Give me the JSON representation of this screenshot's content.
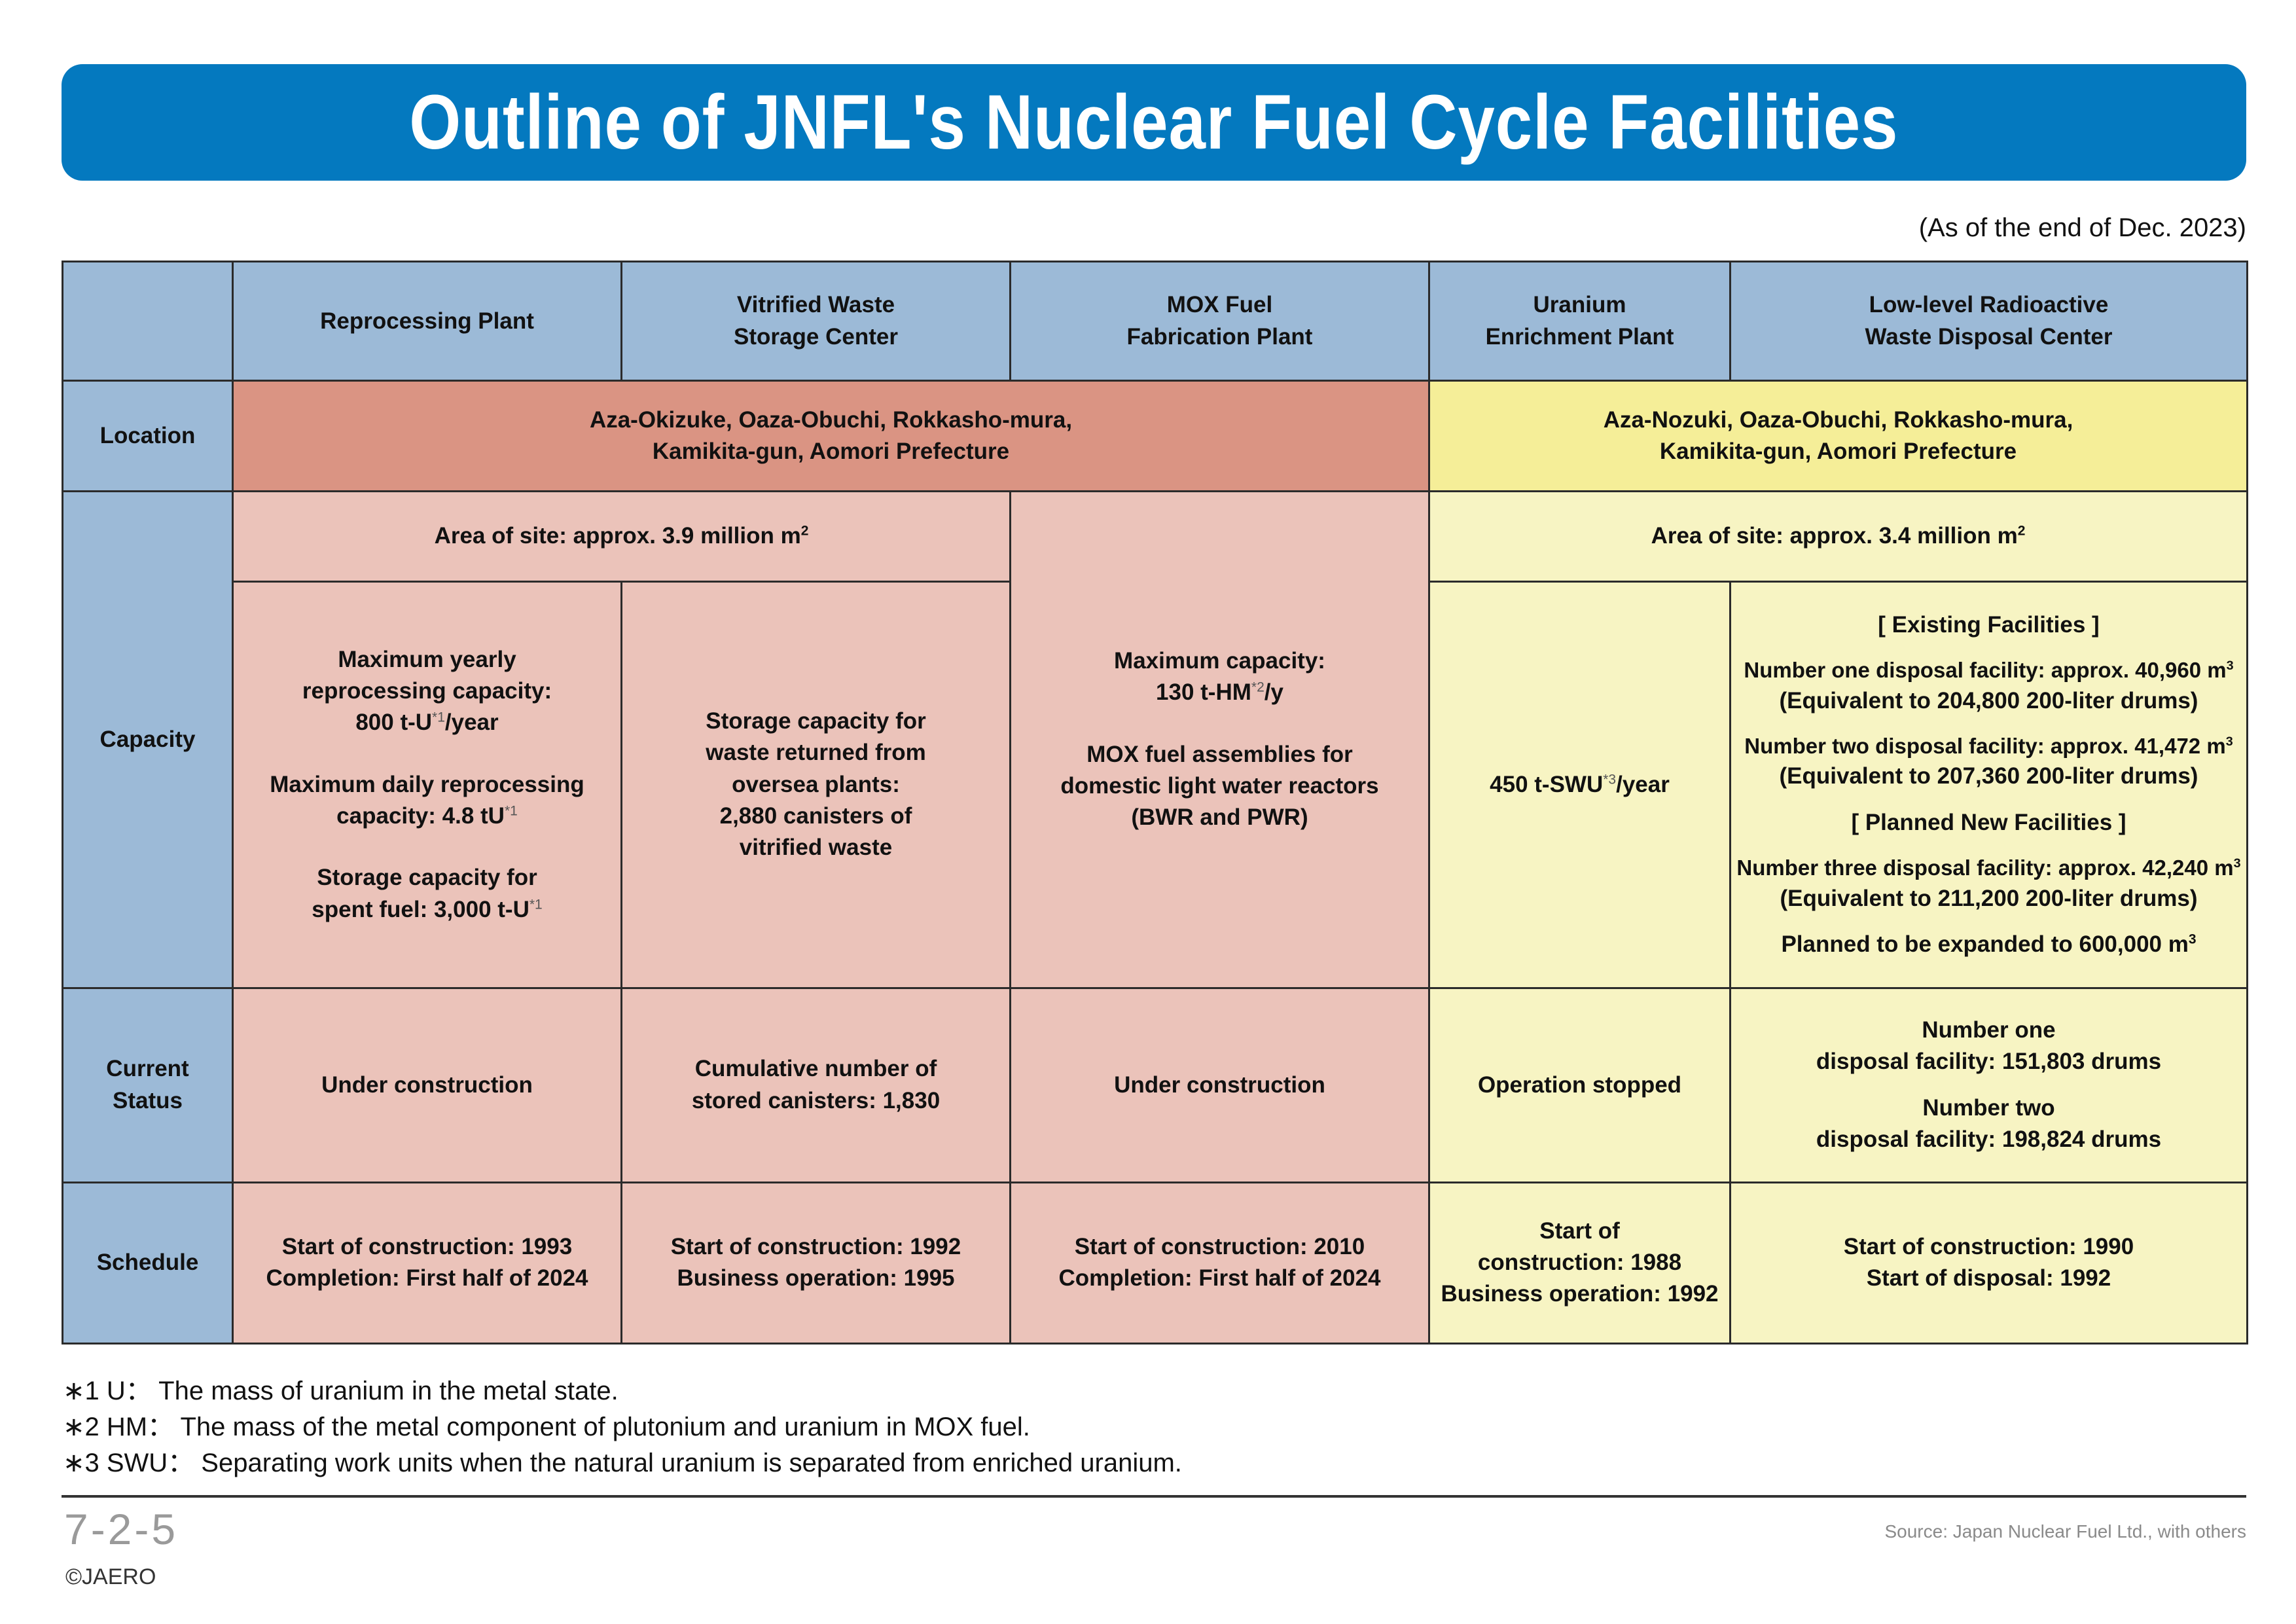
{
  "title": "Outline of JNFL's Nuclear Fuel Cycle Facilities",
  "as_of": "(As of the end of Dec. 2023)",
  "columns": [
    [
      "Reprocessing Plant"
    ],
    [
      "Vitrified Waste",
      "Storage Center"
    ],
    [
      "MOX Fuel",
      "Fabrication Plant"
    ],
    [
      "Uranium",
      "Enrichment Plant"
    ],
    [
      "Low-level Radioactive",
      "Waste Disposal Center"
    ]
  ],
  "row_labels": {
    "location": "Location",
    "capacity": "Capacity",
    "status": [
      "Current",
      "Status"
    ],
    "schedule": "Schedule"
  },
  "location": {
    "red": [
      "Aza-Okizuke, Oaza-Obuchi, Rokkasho-mura,",
      "Kamikita-gun, Aomori Prefecture"
    ],
    "yellow": [
      "Aza-Nozuki, Oaza-Obuchi, Rokkasho-mura,",
      "Kamikita-gun, Aomori Prefecture"
    ]
  },
  "capacity": {
    "area_red": "Area of site: approx. 3.9 million m",
    "area_yellow": "Area of site: approx. 3.4 million m",
    "area_sup": "2",
    "reprocessing": {
      "p1": [
        "Maximum yearly",
        "reprocessing capacity:"
      ],
      "p1_value": "800 t-U",
      "p1_sup": "*1",
      "p1_suffix": "/year",
      "p2": "Maximum daily reprocessing",
      "p2_value": "capacity: 4.8 tU",
      "p2_sup": "*1",
      "p3": "Storage capacity for",
      "p3_value": "spent fuel: 3,000 t-U",
      "p3_sup": "*1"
    },
    "vitrified": [
      "Storage capacity for",
      "waste returned from",
      "oversea plants:",
      "2,880 canisters of",
      "vitrified waste"
    ],
    "mox": {
      "l1": "Maximum capacity:",
      "l2": "130 t-HM",
      "l2_sup": "*2",
      "l2_suffix": "/y",
      "l3": [
        "MOX fuel assemblies for",
        "domestic light water reactors",
        "(BWR and PWR)"
      ]
    },
    "uranium": {
      "value": "450 t-SWU",
      "sup": "*3",
      "suffix": "/year"
    },
    "llw": {
      "existing_header": "[ Existing Facilities ]",
      "f1": "Number one disposal facility: approx. 40,960 m",
      "f1_eq": "(Equivalent to 204,800 200-liter drums)",
      "f2": "Number two disposal facility: approx. 41,472 m",
      "f2_eq": "(Equivalent to 207,360 200-liter drums)",
      "planned_header": "[ Planned New Facilities ]",
      "f3": "Number three disposal facility: approx. 42,240 m",
      "f3_eq": "(Equivalent to 211,200 200-liter drums)",
      "expansion": "Planned to be expanded to 600,000 m",
      "sup": "3"
    }
  },
  "status": {
    "reprocessing": "Under construction",
    "vitrified": [
      "Cumulative number of",
      "stored canisters: 1,830"
    ],
    "mox": "Under construction",
    "uranium": "Operation stopped",
    "llw": [
      "Number one",
      "disposal facility: 151,803 drums",
      "Number two",
      "disposal facility: 198,824 drums"
    ]
  },
  "schedule": {
    "reprocessing": [
      "Start of construction: 1993",
      "Completion: First half of 2024"
    ],
    "vitrified": [
      "Start of construction: 1992",
      "Business operation: 1995"
    ],
    "mox": [
      "Start of construction: 2010",
      "Completion: First half of 2024"
    ],
    "uranium": [
      "Start of",
      "construction: 1988",
      "Business operation: 1992"
    ],
    "llw": [
      "Start of construction: 1990",
      "Start of disposal: 1992"
    ]
  },
  "notes": [
    "∗1  U： The mass of uranium in the metal state.",
    "∗2  HM： The mass of the metal component of plutonium and uranium in MOX fuel.",
    "∗3  SWU： Separating work units when the natural uranium is separated from enriched uranium."
  ],
  "footer": {
    "page": "7-2-5",
    "copyright": "©JAERO",
    "source": "Source: Japan Nuclear Fuel Ltd., with others"
  }
}
